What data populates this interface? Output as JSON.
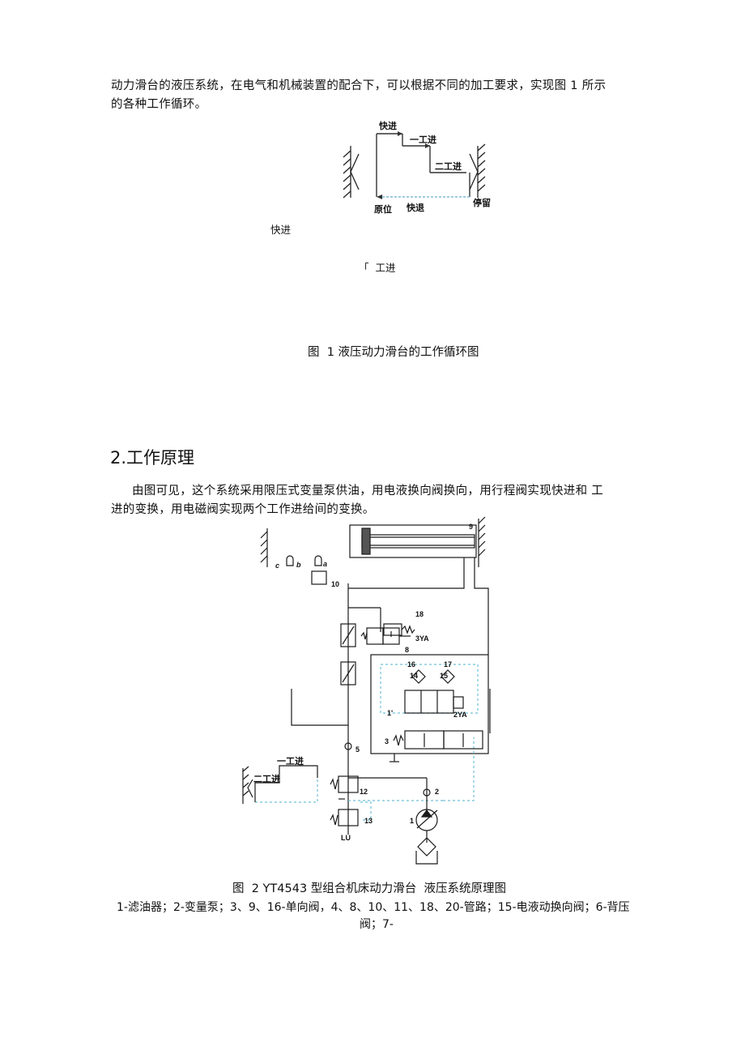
{
  "intro": {
    "line1": "动力滑台的液压系统，在电气和机械装置的配合下，可以根据不同的加工要求，实现图  1 所示",
    "line2": "的各种工作循环。"
  },
  "figure1": {
    "labels": {
      "fast_forward": "快进",
      "work_feed_1": "一工进",
      "work_feed_2": "二工进",
      "dwell": "停留",
      "home": "原位",
      "fast_return": "快退"
    },
    "stray_text_1": "快进",
    "stray_text_2": "「  工进",
    "caption": "图  1 液压动力滑台的工作循环图"
  },
  "section": {
    "heading": "2.工作原理",
    "para_line1": "由图可见，这个系统采用限压式变量泵供油，用电液换向阀换向，用行程阀实现快进和  工",
    "para_line2": "进的变换，用电磁阀实现两个工作进给间的变换。"
  },
  "figure2": {
    "labels": {
      "n9": "9",
      "c": "c",
      "b": "b",
      "a": "a",
      "n10": "10",
      "n18": "18",
      "sol3": "3YA",
      "n8": "8",
      "n16": "16",
      "n17": "17",
      "n14": "14",
      "n15": "15",
      "n1p": "1'",
      "sol2": "2YA",
      "n3": "3",
      "n5": "5",
      "n12": "12",
      "n2": "2",
      "n13": "13",
      "n1": "1",
      "lu": "LU",
      "feed1": "一工进",
      "feed2": "二工进"
    },
    "caption": "图  2 YT4543 型组合机床动力滑台  液压系统原理图",
    "legend_line1": "1-滤油器；2-变量泵；3、9、16-单向阀，4、8、10、11、18、20-管路；15-电液动换向阀；6-背压",
    "legend_line2": "阀；7-"
  }
}
